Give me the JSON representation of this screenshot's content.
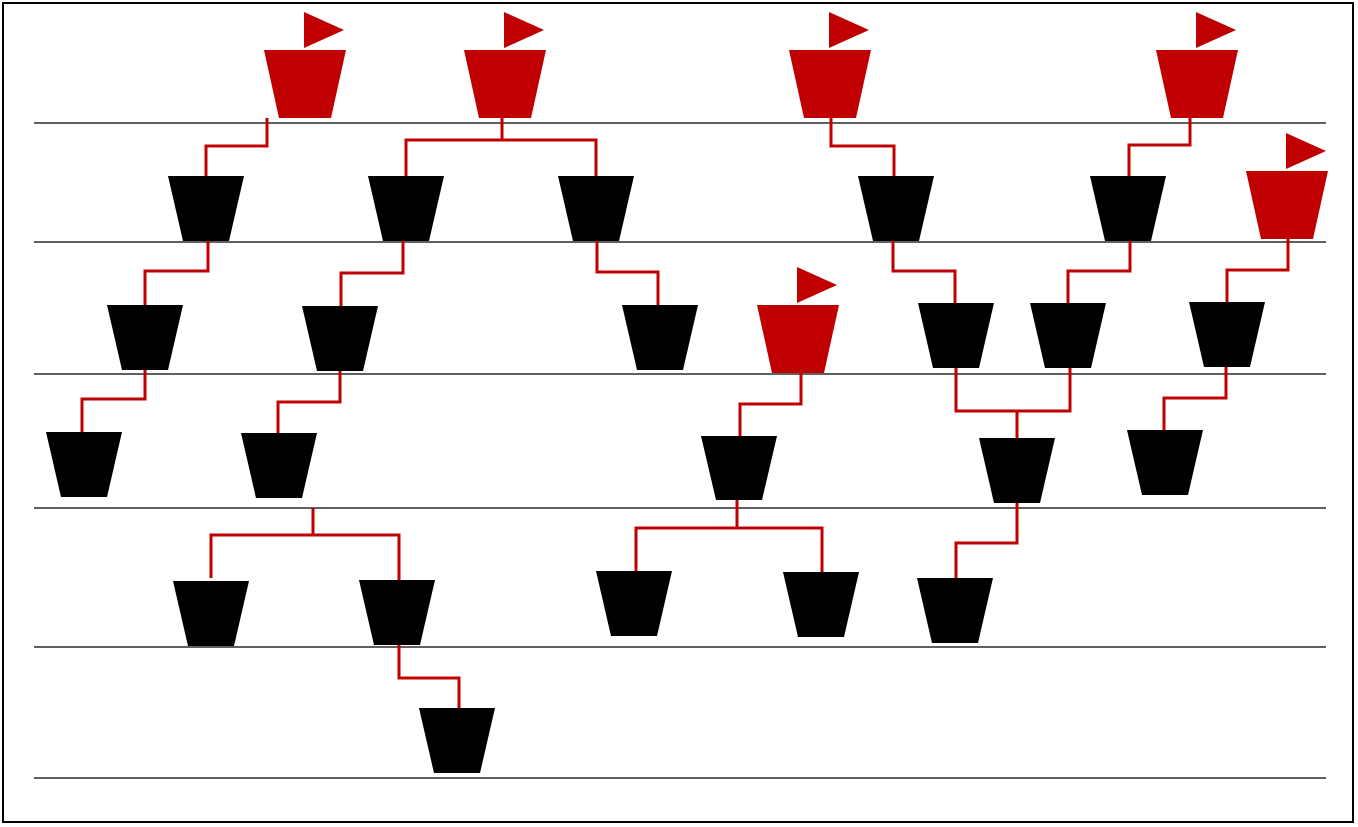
{
  "diagram": {
    "colors": {
      "root_node": "#c00000",
      "child_node": "#000000",
      "connector": "#c00000",
      "level_line": "#000000",
      "flag": "#c00000",
      "background": "#ffffff"
    },
    "level_count": 6,
    "nodes": [
      {
        "id": "r1",
        "kind": "root",
        "flag": true
      },
      {
        "id": "r2",
        "kind": "root",
        "flag": true
      },
      {
        "id": "r3",
        "kind": "root",
        "flag": true
      },
      {
        "id": "r4",
        "kind": "root",
        "flag": true
      },
      {
        "id": "r5",
        "kind": "root",
        "flag": true
      },
      {
        "id": "r6",
        "kind": "root",
        "flag": true
      },
      {
        "id": "a1",
        "kind": "child",
        "parent": "r1"
      },
      {
        "id": "b1",
        "kind": "child",
        "parent": "r2"
      },
      {
        "id": "b2",
        "kind": "child",
        "parent": "r2"
      },
      {
        "id": "c1",
        "kind": "child",
        "parent": "r3"
      },
      {
        "id": "d1",
        "kind": "child",
        "parent": "r4"
      },
      {
        "id": "a2",
        "kind": "child",
        "parent": "a1"
      },
      {
        "id": "b3",
        "kind": "child",
        "parent": "b1"
      },
      {
        "id": "b4",
        "kind": "child",
        "parent": "b2"
      },
      {
        "id": "c2",
        "kind": "child",
        "parent": "c1"
      },
      {
        "id": "d2",
        "kind": "child",
        "parent": "d1"
      },
      {
        "id": "e1",
        "kind": "child",
        "parent": "r5"
      },
      {
        "id": "a3",
        "kind": "child",
        "parent": "a2"
      },
      {
        "id": "b5",
        "kind": "child",
        "parent": "b3"
      },
      {
        "id": "f1",
        "kind": "child",
        "parent": "r6"
      },
      {
        "id": "g1",
        "kind": "child",
        "parents": [
          "c2",
          "d2"
        ]
      },
      {
        "id": "e2",
        "kind": "child",
        "parent": "e1"
      },
      {
        "id": "b6",
        "kind": "child",
        "parent": "b5"
      },
      {
        "id": "b7",
        "kind": "child",
        "parent": "b5"
      },
      {
        "id": "f2",
        "kind": "child",
        "parent": "f1"
      },
      {
        "id": "f3",
        "kind": "child",
        "parent": "f1"
      },
      {
        "id": "g2",
        "kind": "child",
        "parent": "g1"
      },
      {
        "id": "b8",
        "kind": "child",
        "parent": "b7"
      }
    ]
  }
}
